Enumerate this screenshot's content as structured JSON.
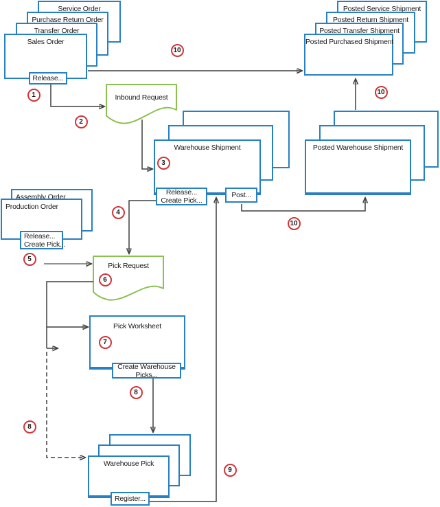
{
  "colors": {
    "box_border": "#2680C2",
    "document_border": "#8CC152",
    "badge": "#D13438",
    "connector": "#3F3F3F",
    "connector_gray": "#6E6E6E"
  },
  "order_stack": {
    "boxes": [
      "Service Order",
      "Purchase Return Order",
      "Transfer Order",
      "Sales Order"
    ],
    "release_button": "Release..."
  },
  "posted_order_stack": {
    "boxes": [
      "Posted Service Shipment",
      "Posted Return Shipment",
      "Posted Transfer Shipment",
      "Posted Purchased Shipment"
    ]
  },
  "inbound_request": {
    "label": "Inbound Request"
  },
  "warehouse_shipment": {
    "label": "Warehouse Shipment",
    "release_line1": "Release...",
    "release_line2": "Create Pick...",
    "post_button": "Post..."
  },
  "posted_warehouse_shipment": {
    "label": "Posted Warehouse Shipment"
  },
  "work_order_stack": {
    "boxes": [
      "Assembly Order",
      "Production Order"
    ],
    "release_line1": "Release...",
    "release_line2": "Create Pick..."
  },
  "pick_request": {
    "label": "Pick Request"
  },
  "pick_worksheet": {
    "label": "Pick Worksheet",
    "create_line1": "Create Warehouse",
    "create_line2": "Picks..."
  },
  "warehouse_pick": {
    "label": "Warehouse Pick",
    "register_button": "Register..."
  },
  "badges": [
    "1",
    "2",
    "3",
    "4",
    "5",
    "6",
    "7",
    "8",
    "8",
    "9",
    "10",
    "10",
    "10"
  ]
}
